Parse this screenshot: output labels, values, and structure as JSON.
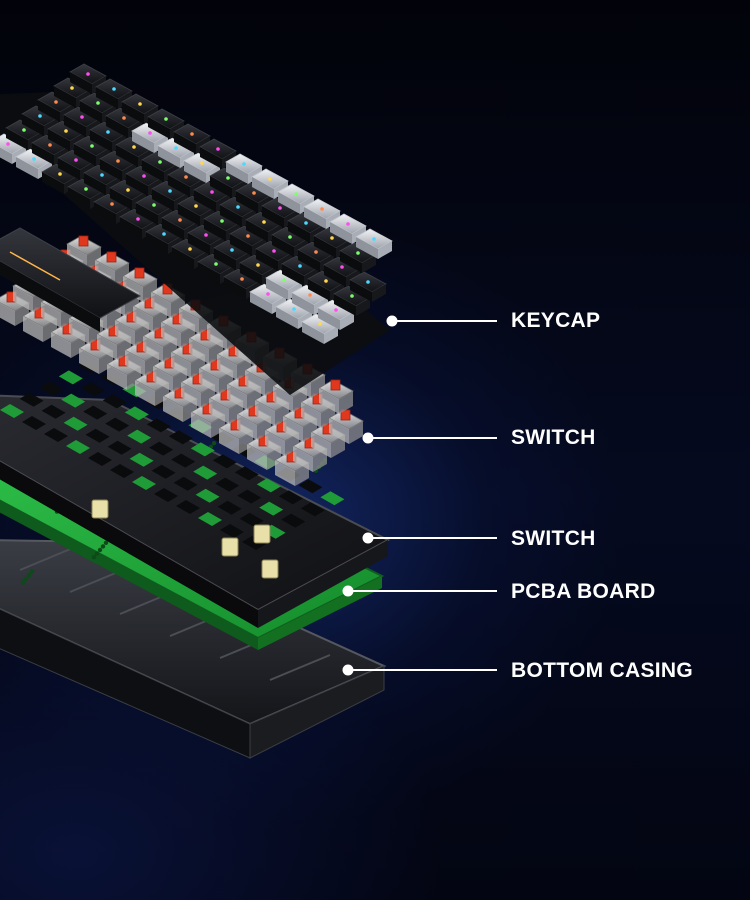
{
  "callouts": [
    {
      "label": "KEYCAP"
    },
    {
      "label": "SWITCH"
    },
    {
      "label": "SWITCH"
    },
    {
      "label": "PCBA BOARD"
    },
    {
      "label": "BOTTOM CASING"
    }
  ],
  "colors": {
    "background": "#030409",
    "glow": "#1e3c96",
    "keycap_dark": "#1b1c20",
    "keycap_light": "#d9dce2",
    "switch_stem": "#e0381e",
    "pcb": "#1fa83a",
    "plate": "#1a1b1f",
    "casing": "#24262b",
    "callout_line": "#ffffff"
  }
}
